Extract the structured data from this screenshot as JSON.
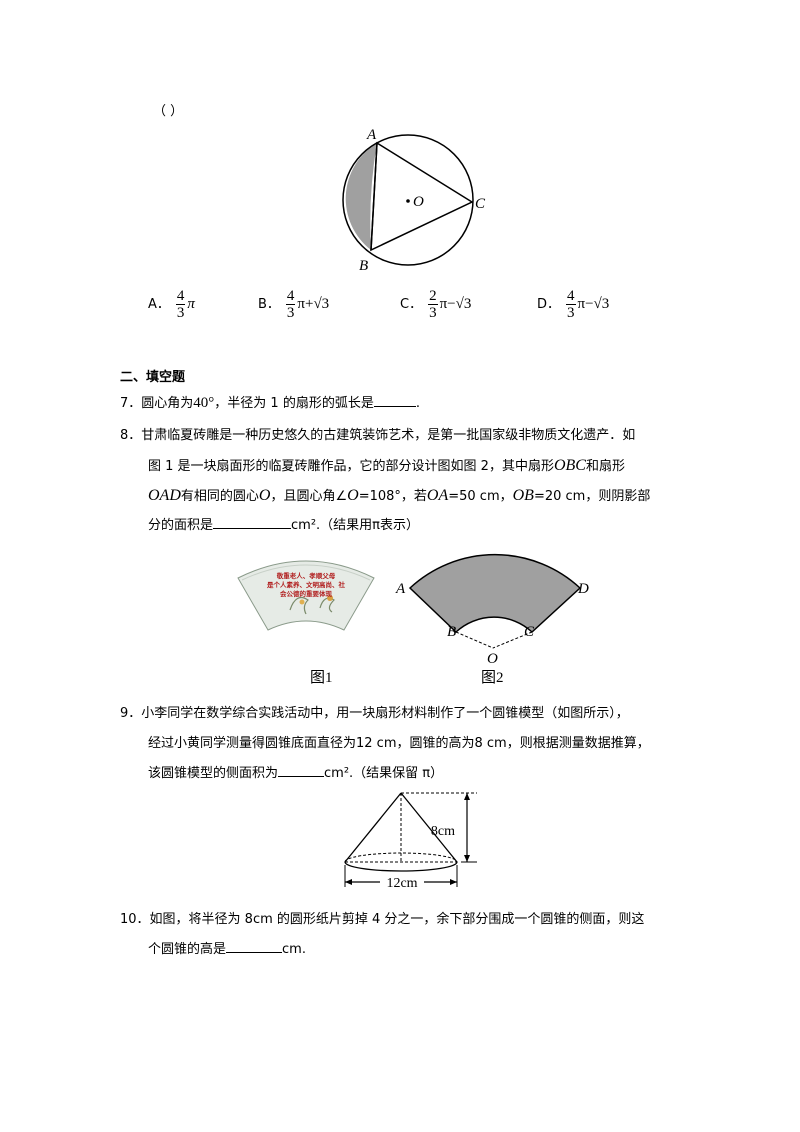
{
  "q6": {
    "paren": "（ ）",
    "fig_labels": {
      "A": "A",
      "B": "B",
      "C": "C",
      "O": "O"
    },
    "options": [
      {
        "label": "A．",
        "num": "4",
        "den": "3",
        "rest": "π"
      },
      {
        "label": "B．",
        "num": "4",
        "den": "3",
        "rest": "π+√3"
      },
      {
        "label": "C．",
        "num": "2",
        "den": "3",
        "rest": "π−√3"
      },
      {
        "label": "D．",
        "num": "4",
        "den": "3",
        "rest": "π−√3"
      }
    ]
  },
  "section2": {
    "title": "二、填空题"
  },
  "q7": {
    "num": "7．",
    "t1": "圆心角为",
    "v1": "40°",
    "t2": "，半径为 1 的扇形的弧长是",
    "t3": "."
  },
  "q8": {
    "num": "8．",
    "l1": "甘肃临夏砖雕是一种历史悠久的古建筑装饰艺术，是第一批国家级非物质文化遗产．如",
    "l2a": "图 1 是一块扇面形的临夏砖雕作品，它的部分设计图如图 2，其中扇形",
    "l2b": "OBC",
    "l2c": "和扇形",
    "l3a": "OAD",
    "l3b": "有相同的圆心",
    "l3c": "O",
    "l3d": "，且圆心角∠",
    "l3e": "O",
    "l3f": "=108°，若",
    "l3g": "OA",
    "l3h": "=50 cm，",
    "l3i": "OB",
    "l3j": "=20 cm，则阴影部",
    "l4a": "分的面积是",
    "l4b": "cm².（结果用π表示）",
    "fan_text": [
      "敬重老人、孝顺父母",
      "是个人素养、文明高尚、社",
      "会公德的重要体现"
    ],
    "fig2_labels": {
      "A": "A",
      "B": "B",
      "C": "C",
      "D": "D",
      "O": "O"
    },
    "cap1": "图1",
    "cap2": "图2"
  },
  "q9": {
    "num": "9．",
    "l1": "小李同学在数学综合实践活动中，用一块扇形材料制作了一个圆锥模型（如图所示），",
    "l2": "经过小黄同学测量得圆锥底面直径为12 cm，圆锥的高为8 cm，则根据测量数据推算，",
    "l3a": "该圆锥模型的侧面积为",
    "l3b": "cm².（结果保留 π）",
    "h_label": "8cm",
    "d_label": "12cm"
  },
  "q10": {
    "num": "10．",
    "l1": "如图，将半径为 8cm 的圆形纸片剪掉 4 分之一，余下部分围成一个圆锥的侧面，则这",
    "l2a": "个圆锥的高是",
    "l2b": "cm."
  }
}
